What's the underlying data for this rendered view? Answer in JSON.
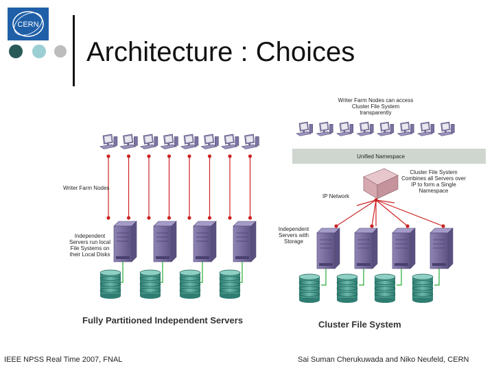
{
  "slide": {
    "title": "Architecture : Choices",
    "logo_text": "CERN"
  },
  "left_diagram": {
    "writer_label": "Writer Farm Nodes",
    "servers_label": "Independent Servers run local File Systems on their Local Disks",
    "caption": "Fully Partitioned Independent Servers",
    "workstation_count": 8,
    "server_count": 4
  },
  "right_diagram": {
    "writer_note": "Writer Farm Nodes can access Cluster File System transparently",
    "namespace_label": "Unified Namespace",
    "cluster_note": "Cluster File System Combines all Servers over IP to form a Single Namespace",
    "network_label": "IP Network",
    "servers_label": "Independent Servers with Storage",
    "caption": "Cluster File System",
    "workstation_count": 8,
    "server_count": 4
  },
  "footer": {
    "left": "IEEE NPSS Real Time 2007, FNAL",
    "right": "Sai Suman Cherukuwada and Niko Neufeld, CERN"
  },
  "colors": {
    "link_red": "#cc2222",
    "storage_green": "#22aa33",
    "server_purple": "#7b6e9e",
    "disk_teal": "#3a8f84",
    "namespace_band": "#cfd6cf",
    "logo_blue": "#1f5fa8",
    "dot_dark": "#2a5a57",
    "dot_light": "#9ccfd3",
    "dot_grey": "#bdbdbd"
  }
}
